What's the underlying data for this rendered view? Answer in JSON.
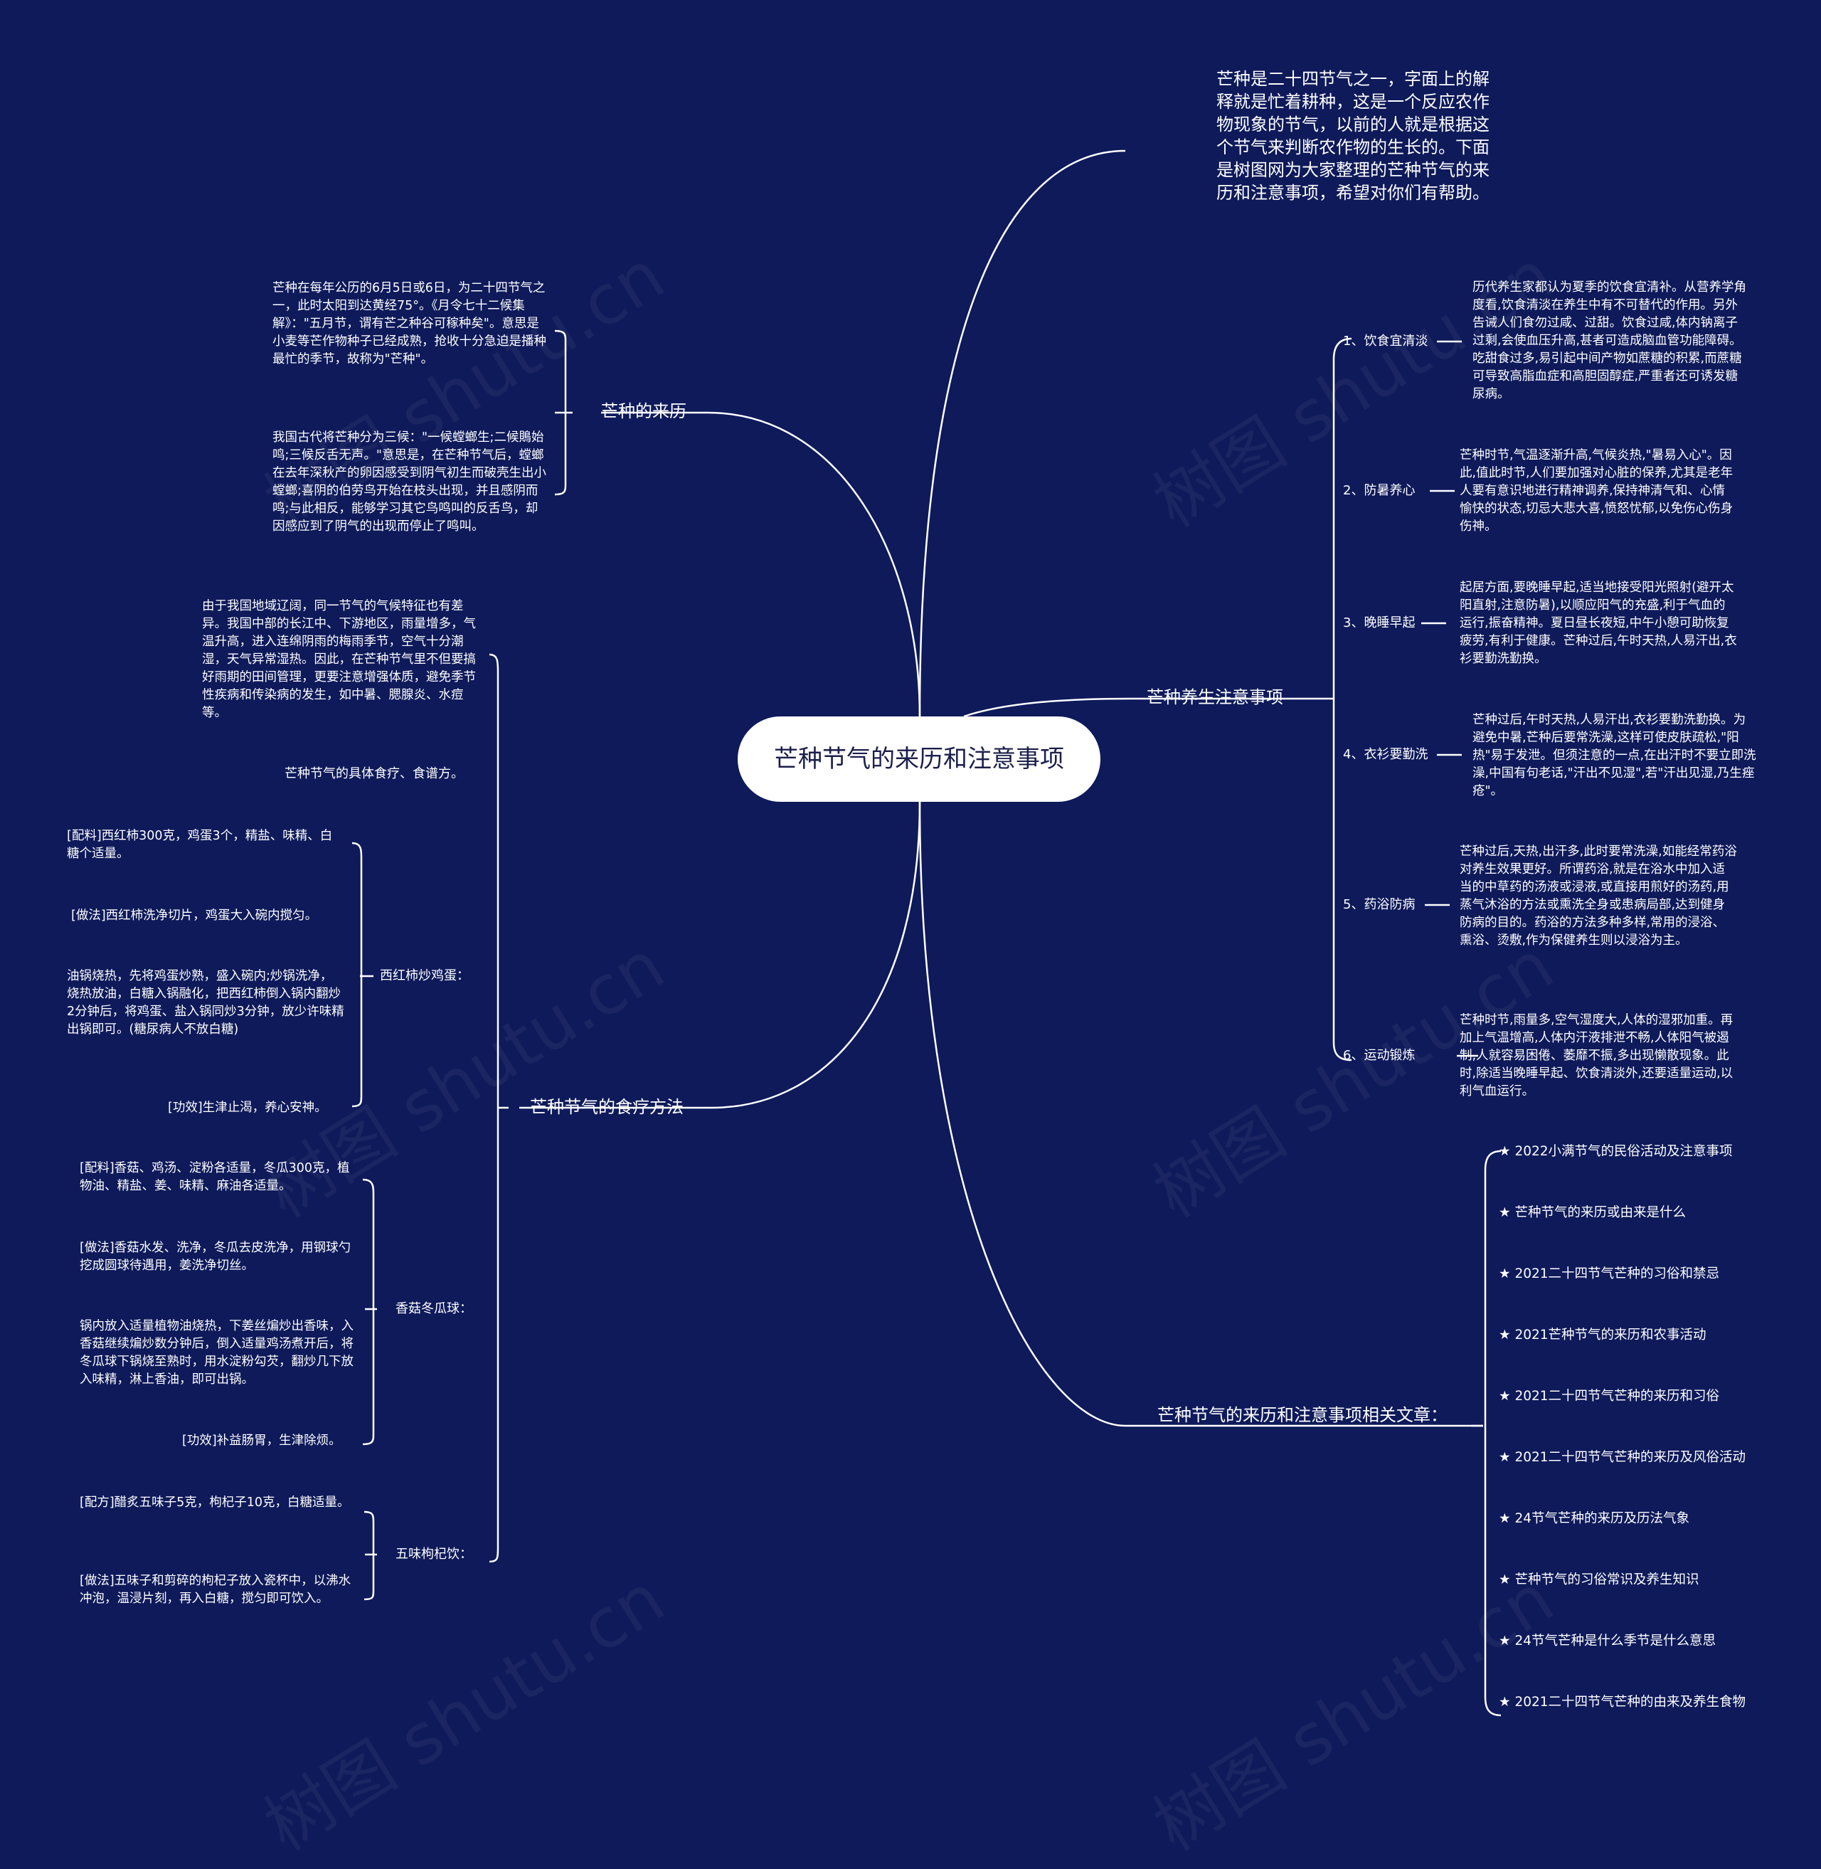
{
  "root": "芒种节气的来历和注意事项",
  "intro": "芒种是二十四节气之一，字面上的解释就是忙着耕种，这是一个反应农作物现象的节气，以前的人就是根据这个节气来判断农作物的生长的。下面是树图网为大家整理的芒种节气的来历和注意事项，希望对你们有帮助。",
  "origin": {
    "title": "芒种的来历",
    "items": [
      "芒种在每年公历的6月5日或6日，为二十四节气之一，此时太阳到达黄经75°。《月令七十二候集解》：\"五月节，谓有芒之种谷可稼种矣\"。意思是小麦等芒作物种子已经成熟，抢收十分急迫是播种最忙的季节，故称为\"芒种\"。",
      "我国古代将芒种分为三候：\"一候螳螂生;二候鵙始鸣;三候反舌无声。\"意思是，在芒种节气后，螳螂在去年深秋产的卵因感受到阴气初生而破壳生出小螳螂;喜阴的伯劳鸟开始在枝头出现，并且感阴而鸣;与此相反，能够学习其它鸟鸣叫的反舌鸟，却因感应到了阴气的出现而停止了鸣叫。"
    ]
  },
  "diet": {
    "title": "芒种节气的食疗方法",
    "intro": "由于我国地域辽阔，同一节气的气候特征也有差异。我国中部的长江中、下游地区，雨量增多，气温升高，进入连绵阴雨的梅雨季节，空气十分潮湿，天气异常湿热。因此，在芒种节气里不但要搞好雨期的田间管理，更要注意增强体质，避免季节性疾病和传染病的发生，如中暑、腮腺炎、水痘等。",
    "recipes_label": "芒种节气的具体食疗、食谱方。",
    "recipes": [
      {
        "name": "西红柿炒鸡蛋：",
        "items": [
          "[配料]西红柿300克，鸡蛋3个，精盐、味精、白糖个适量。",
          "[做法]西红柿洗净切片，鸡蛋大入碗内搅匀。",
          "油锅烧热，先将鸡蛋炒熟，盛入碗内;炒锅洗净，烧热放油，白糖入锅融化，把西红柿倒入锅内翻炒2分钟后，将鸡蛋、盐入锅同炒3分钟，放少许味精出锅即可。(糖尿病人不放白糖)",
          "[功效]生津止渴，养心安神。"
        ]
      },
      {
        "name": "香菇冬瓜球：",
        "items": [
          "[配料]香菇、鸡汤、淀粉各适量，冬瓜300克，植物油、精盐、姜、味精、麻油各适量。",
          "[做法]香菇水发、洗净，冬瓜去皮洗净，用钢球勺挖成圆球待遇用，姜洗净切丝。",
          "锅内放入适量植物油烧热，下姜丝煸炒出香味，入香菇继续煸炒数分钟后，倒入适量鸡汤煮开后，将冬瓜球下锅烧至熟时，用水淀粉勾芡，翻炒几下放入味精，淋上香油，即可出锅。",
          "[功效]补益肠胃，生津除烦。"
        ]
      },
      {
        "name": "五味枸杞饮：",
        "items": [
          "[配方]醋炙五味子5克，枸杞子10克，白糖适量。",
          "[做法]五味子和剪碎的枸杞子放入瓷杯中，以沸水冲泡，温浸片刻，再入白糖，搅匀即可饮入。"
        ]
      }
    ]
  },
  "care": {
    "title": "芒种养生注意事项",
    "items": [
      {
        "label": "1、饮食宜清淡",
        "text": "历代养生家都认为夏季的饮食宜清补。从营养学角度看,饮食清淡在养生中有不可替代的作用。另外告诫人们食勿过咸、过甜。饮食过咸,体内钠离子过剩,会使血压升高,甚者可造成脑血管功能障碍。吃甜食过多,易引起中间产物如蔗糖的积累,而蔗糖可导致高脂血症和高胆固醇症,严重者还可诱发糖尿病。"
      },
      {
        "label": "2、防暑养心",
        "text": "芒种时节,气温逐渐升高,气候炎热,\"暑易入心\"。因此,值此时节,人们要加强对心脏的保养,尤其是老年人要有意识地进行精神调养,保持神清气和、心情愉快的状态,切忌大悲大喜,愤怒忧郁,以免伤心伤身伤神。"
      },
      {
        "label": "3、晚睡早起",
        "text": "起居方面,要晚睡早起,适当地接受阳光照射(避开太阳直射,注意防暑),以顺应阳气的充盛,利于气血的运行,振奋精神。夏日昼长夜短,中午小憩可助恢复疲劳,有利于健康。芒种过后,午时天热,人易汗出,衣衫要勤洗勤换。"
      },
      {
        "label": "4、衣衫要勤洗",
        "text": "芒种过后,午时天热,人易汗出,衣衫要勤洗勤换。为避免中暑,芒种后要常洗澡,这样可使皮肤疏松,\"阳热\"易于发泄。但须注意的一点,在出汗时不要立即洗澡,中国有句老话,\"汗出不见湿\",若\"汗出见湿,乃生痤疮\"。"
      },
      {
        "label": "5、药浴防病",
        "text": "芒种过后,天热,出汗多,此时要常洗澡,如能经常药浴对养生效果更好。所谓药浴,就是在浴水中加入适当的中草药的汤液或浸液,或直接用煎好的汤药,用蒸气沐浴的方法或熏洗全身或患病局部,达到健身防病的目的。药浴的方法多种多样,常用的浸浴、熏浴、烫敷,作为保健养生则以浸浴为主。"
      },
      {
        "label": "6、运动锻炼",
        "text": "芒种时节,雨量多,空气湿度大,人体的湿邪加重。再加上气温增高,人体内汗液排泄不畅,人体阳气被遏制,人就容易困倦、萎靡不振,多出现懒散现象。此时,除适当晚睡早起、饮食清淡外,还要适量运动,以利气血运行。"
      }
    ]
  },
  "related": {
    "title": "芒种节气的来历和注意事项相关文章：",
    "items": [
      "★ 2022小满节气的民俗活动及注意事项",
      "★ 芒种节气的来历或由来是什么",
      "★ 2021二十四节气芒种的习俗和禁忌",
      "★ 2021芒种节气的来历和农事活动",
      "★ 2021二十四节气芒种的来历和习俗",
      "★ 2021二十四节气芒种的来历及风俗活动",
      "★ 24节气芒种的来历及历法气象",
      "★ 芒种节气的习俗常识及养生知识",
      "★ 24节气芒种是什么季节是什么意思",
      "★ 2021二十四节气芒种的由来及养生食物"
    ]
  },
  "watermarks": [
    "树图 shutu.cn",
    "树图 shutu.cn",
    "树图 shutu.cn",
    "树图 shutu.cn",
    "树图 shutu.cn",
    "树图 shutu.cn"
  ],
  "colors": {
    "background": "#0e1a5a",
    "line": "#ffffff",
    "root_fill": "#ffffff",
    "root_text": "#1b1f4a"
  }
}
